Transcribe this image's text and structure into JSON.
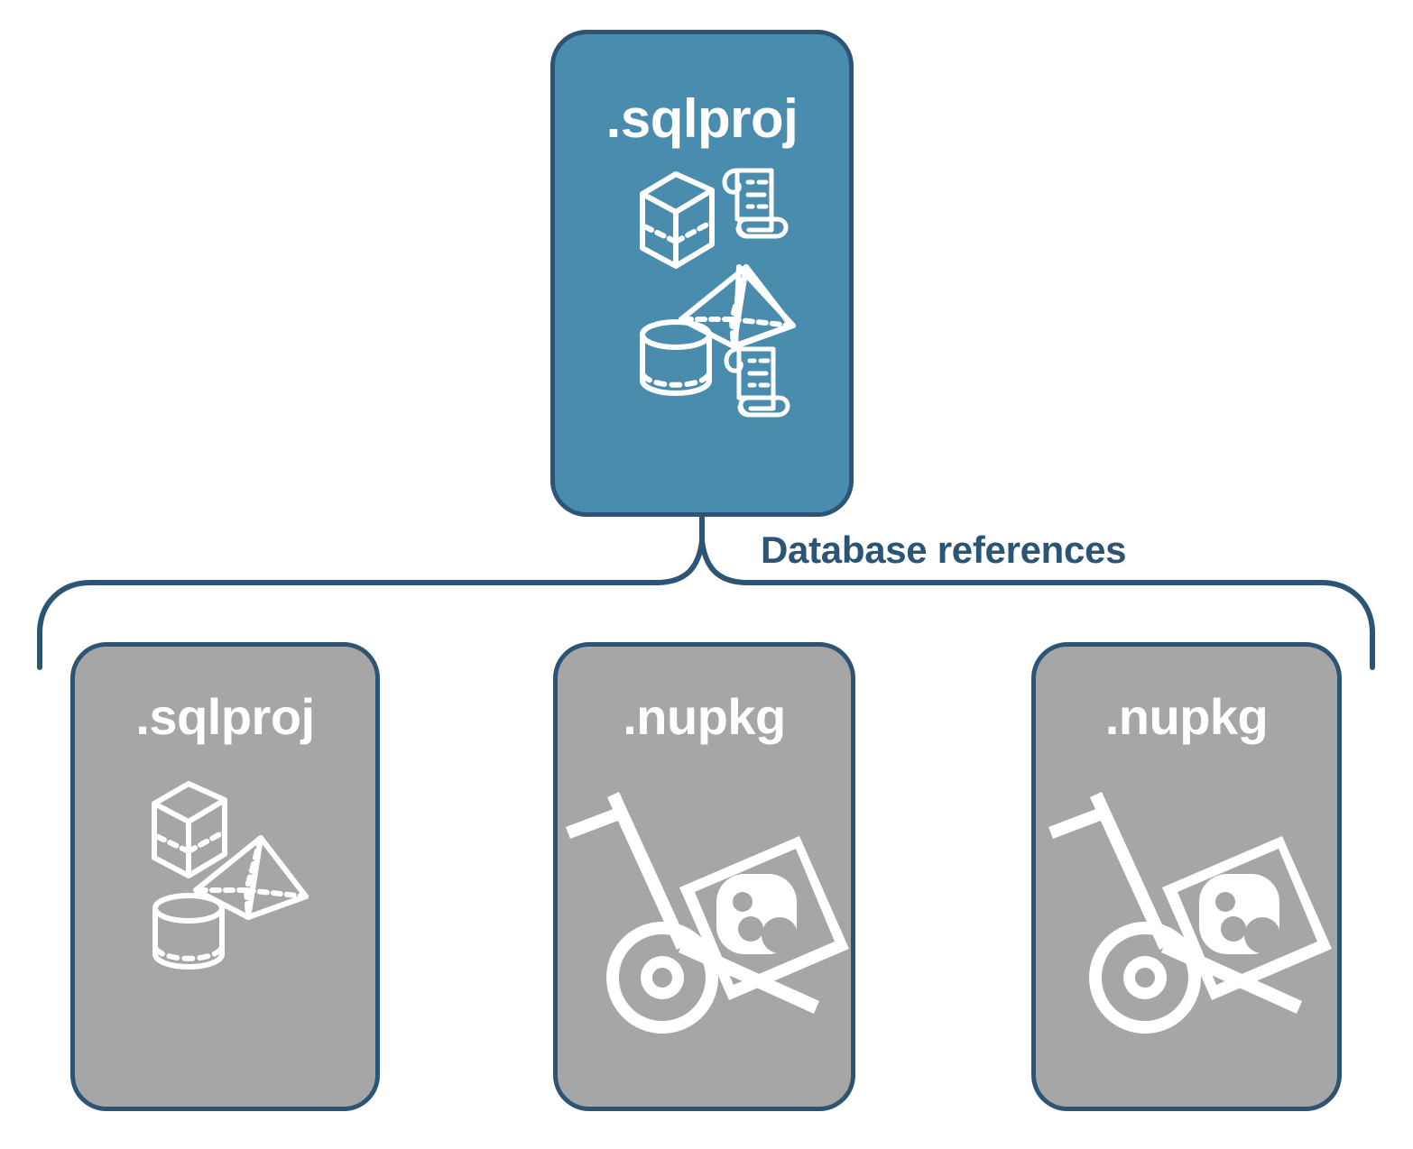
{
  "diagram": {
    "title_text": "Database references",
    "accent_color": "#4A8CAD",
    "neutral_color": "#A6A6A6",
    "outline_color": "#2C5474",
    "label_color": "#2C5474",
    "icon_color": "#FFFFFF",
    "background_color": "#FFFFFF"
  },
  "root_node": {
    "label": ".sqlproj",
    "fill": "#4A8CAD",
    "icons": [
      "cube-icon",
      "scroll-icon",
      "pyramid-icon",
      "cylinder-icon",
      "scroll-icon"
    ]
  },
  "connector": {
    "label": "Database references",
    "style": "curly-brace",
    "color": "#2C5474"
  },
  "reference_nodes": [
    {
      "label": ".sqlproj",
      "fill": "#A6A6A6",
      "icons": [
        "cube-icon",
        "pyramid-icon",
        "cylinder-icon"
      ]
    },
    {
      "label": ".nupkg",
      "fill": "#A6A6A6",
      "icons": [
        "hand-truck-package-icon"
      ]
    },
    {
      "label": ".nupkg",
      "fill": "#A6A6A6",
      "icons": [
        "hand-truck-package-icon"
      ]
    }
  ]
}
